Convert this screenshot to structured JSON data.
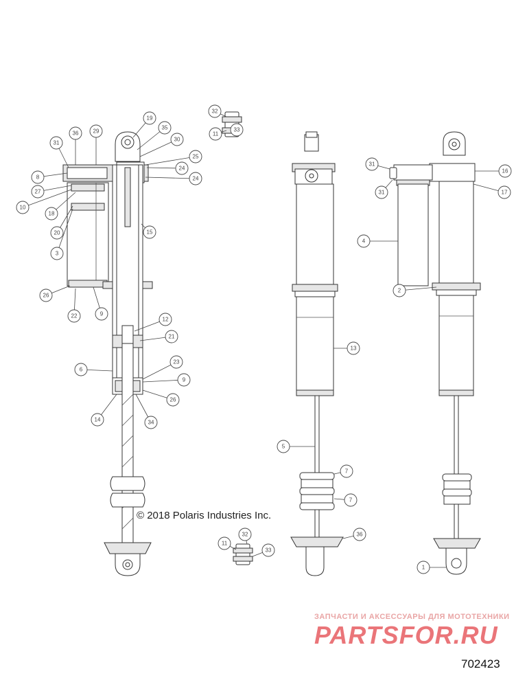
{
  "copyright": "© 2018 Polaris Industries Inc.",
  "diagram_number": "702423",
  "watermark": {
    "tagline": "ЗАПЧАСТИ И АКСЕССУАРЫ ДЛЯ МОТОТЕХНИКИ",
    "brand": "PARTSFOR.RU"
  },
  "callouts": [
    {
      "label": "32"
    },
    {
      "label": "11"
    },
    {
      "label": "33"
    },
    {
      "label": "19"
    },
    {
      "label": "35"
    },
    {
      "label": "30"
    },
    {
      "label": "29"
    },
    {
      "label": "31"
    },
    {
      "label": "36"
    },
    {
      "label": "25"
    },
    {
      "label": "24"
    },
    {
      "label": "24"
    },
    {
      "label": "8"
    },
    {
      "label": "27"
    },
    {
      "label": "10"
    },
    {
      "label": "18"
    },
    {
      "label": "20"
    },
    {
      "label": "15"
    },
    {
      "label": "3"
    },
    {
      "label": "26"
    },
    {
      "label": "22"
    },
    {
      "label": "9"
    },
    {
      "label": "12"
    },
    {
      "label": "21"
    },
    {
      "label": "6"
    },
    {
      "label": "23"
    },
    {
      "label": "9"
    },
    {
      "label": "26"
    },
    {
      "label": "14"
    },
    {
      "label": "34"
    },
    {
      "label": "13"
    },
    {
      "label": "5"
    },
    {
      "label": "7"
    },
    {
      "label": "7"
    },
    {
      "label": "36"
    },
    {
      "label": "11"
    },
    {
      "label": "32"
    },
    {
      "label": "33"
    },
    {
      "label": "31"
    },
    {
      "label": "31"
    },
    {
      "label": "16"
    },
    {
      "label": "17"
    },
    {
      "label": "4"
    },
    {
      "label": "2"
    },
    {
      "label": "1"
    }
  ]
}
